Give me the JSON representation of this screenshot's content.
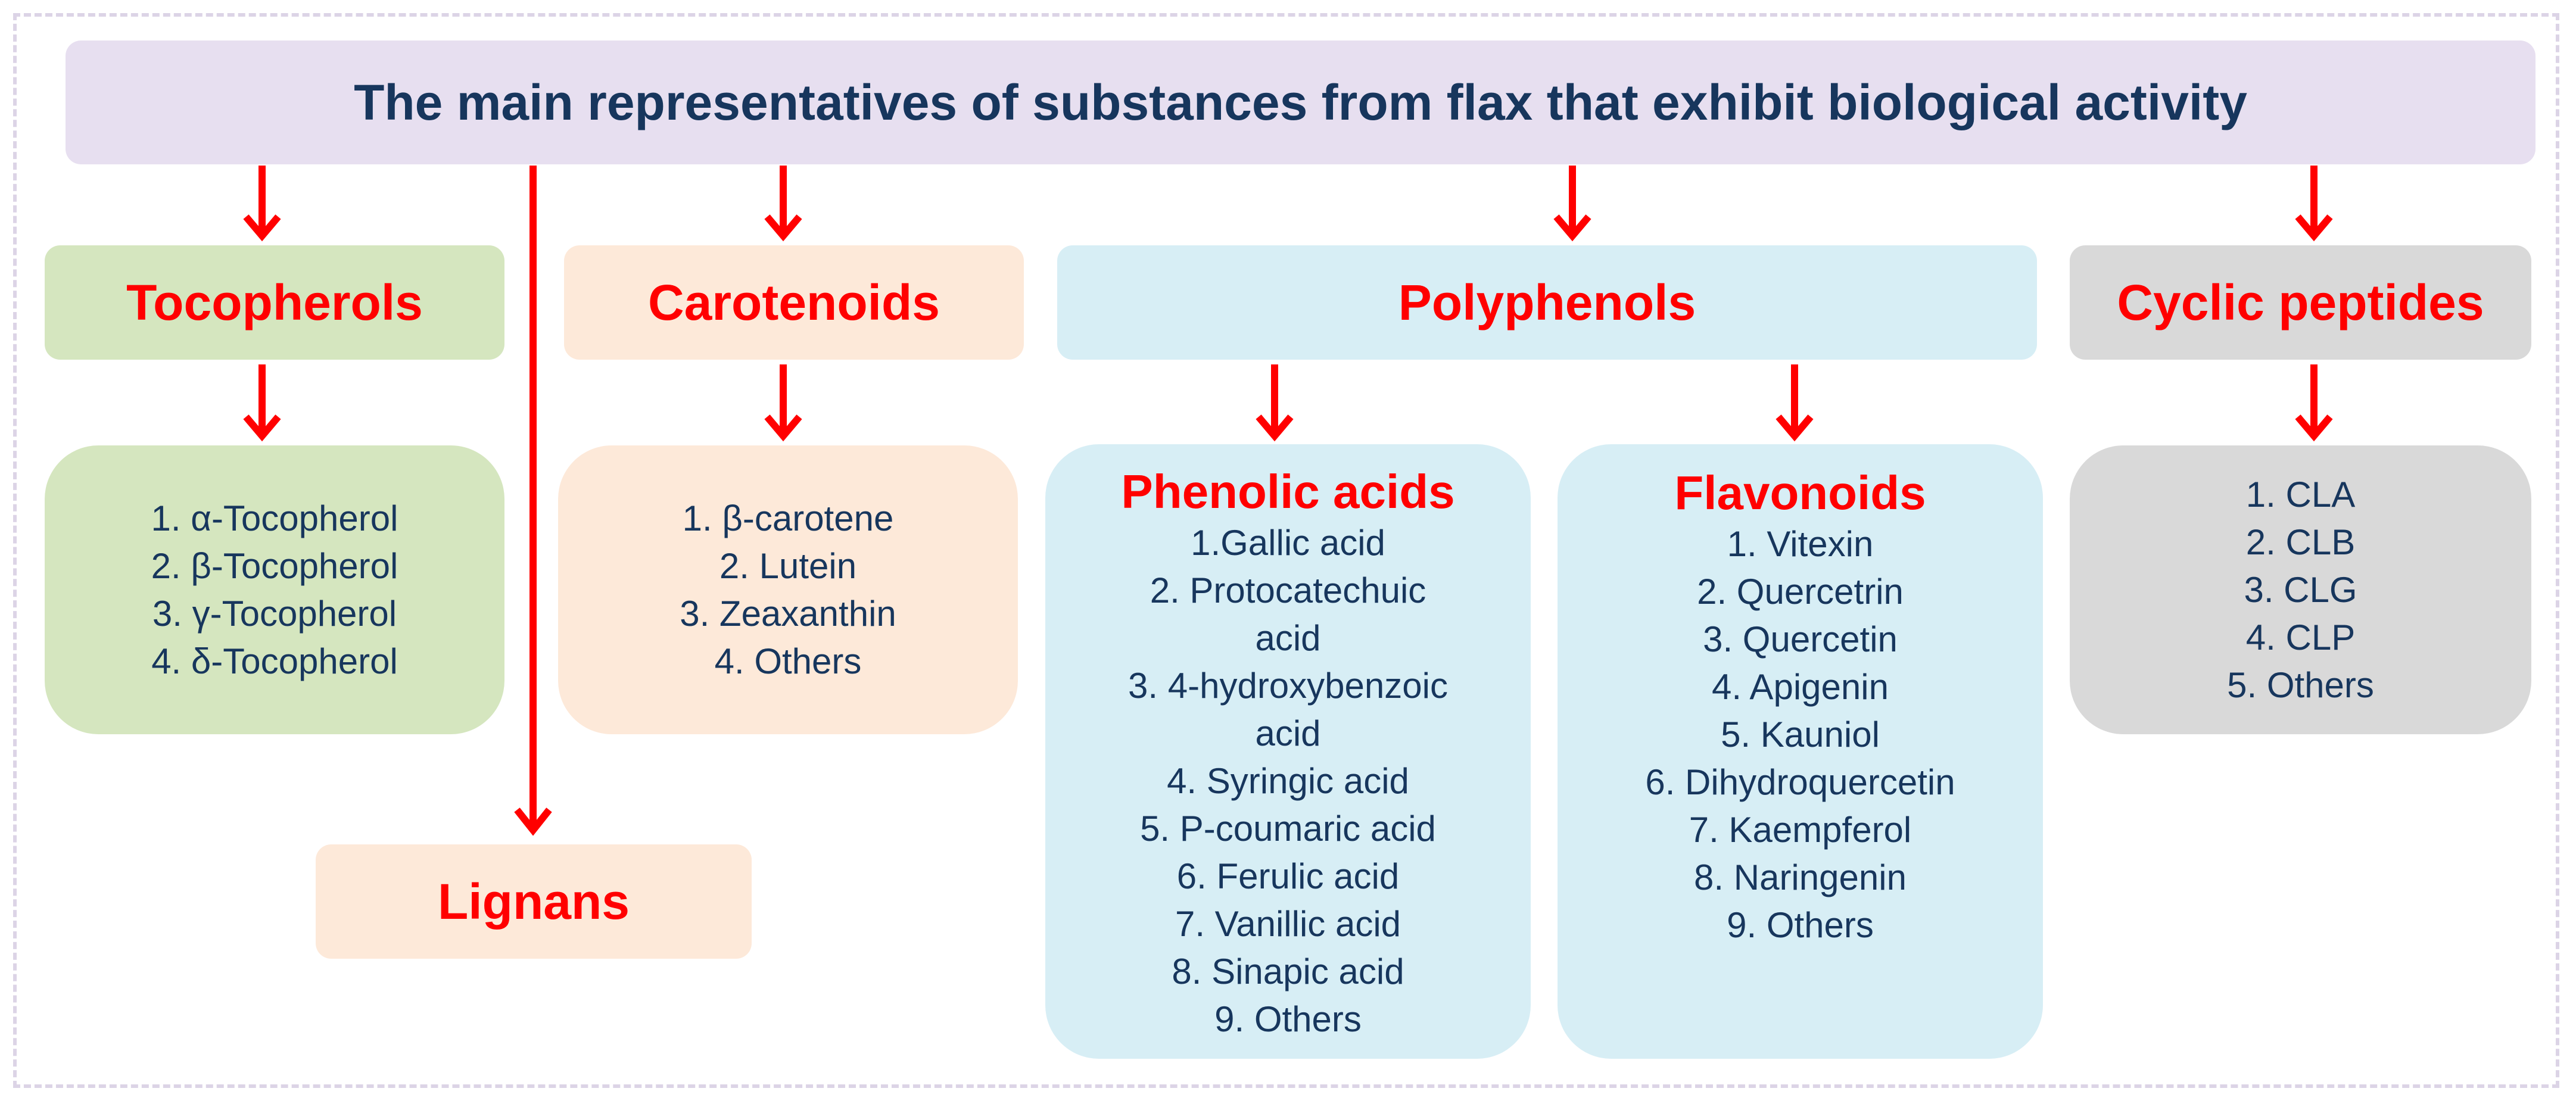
{
  "title": "The main representatives of substances from flax that exhibit biological activity",
  "colors": {
    "arrow": "#ff0000",
    "heading": "#ff0000",
    "text": "#17365d"
  },
  "categories": {
    "tocopherols": {
      "label": "Tocopherols",
      "items": [
        "1. α-Tocopherol",
        "2. β-Tocopherol",
        "3. γ-Tocopherol",
        "4. δ-Tocopherol"
      ]
    },
    "carotenoids": {
      "label": "Carotenoids",
      "items": [
        "1. β-carotene",
        "2. Lutein",
        "3. Zeaxanthin",
        "4. Others"
      ]
    },
    "lignans": {
      "label": "Lignans"
    },
    "polyphenols": {
      "label": "Polyphenols",
      "phenolic_acids": {
        "label": "Phenolic acids",
        "items": [
          "1.Gallic acid",
          "2. Protocatechuic",
          "acid",
          "3. 4-hydroxybenzoic",
          "acid",
          "4. Syringic acid",
          "5. P-coumaric acid",
          "6. Ferulic acid",
          "7. Vanillic acid",
          "8. Sinapic acid",
          "9. Others"
        ]
      },
      "flavonoids": {
        "label": "Flavonoids",
        "items": [
          "1. Vitexin",
          "2. Quercetrin",
          "3. Quercetin",
          "4. Apigenin",
          "5. Kauniol",
          "6. Dihydroquercetin",
          "7. Kaempferol",
          "8. Naringenin",
          "9. Others"
        ]
      }
    },
    "cyclic_peptides": {
      "label": "Cyclic peptides",
      "items": [
        "1. CLA",
        "2. CLB",
        "3. CLG",
        "4. CLP",
        "5. Others"
      ]
    }
  }
}
